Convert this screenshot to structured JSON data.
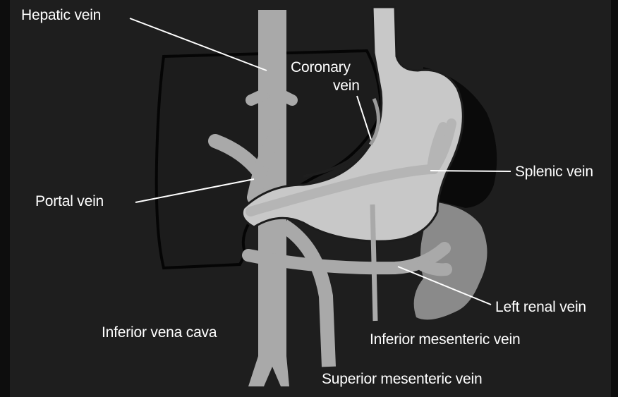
{
  "diagram": {
    "labels": {
      "hepatic_vein": "Hepatic vein",
      "coronary_vein_line1": "Coronary",
      "coronary_vein_line2": "vein",
      "splenic_vein": "Splenic vein",
      "portal_vein": "Portal vein",
      "left_renal_vein": "Left renal vein",
      "inferior_vena_cava": "Inferior vena cava",
      "inferior_mesenteric_vein": "Inferior mesenteric vein",
      "superior_mesenteric_vein": "Superior mesenteric vein"
    },
    "colors": {
      "background": "#1e1e1e",
      "vessel": "#a9a9a9",
      "stomach": "#c8c8c8",
      "organ_shadow": "#6a6a6a",
      "spleen": "#8a8a8a",
      "label_text": "#ffffff"
    }
  }
}
